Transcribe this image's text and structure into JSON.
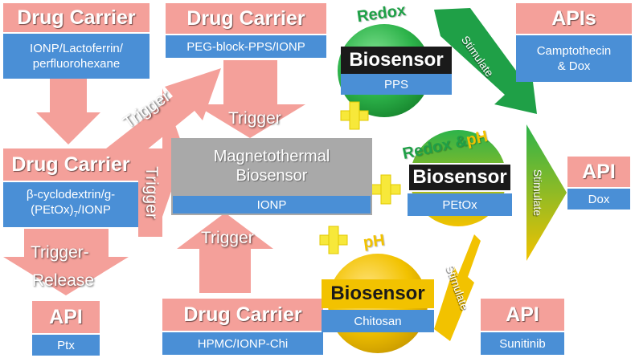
{
  "colors": {
    "pink": "#F4A09A",
    "blue": "#4A8FD6",
    "gray": "#A9A9A9",
    "green": "#2DB34A",
    "yellow": "#F2C200",
    "plus": "#F7E83A"
  },
  "carriers": {
    "top_left": {
      "title": "Drug Carrier",
      "sub_line1": "IONP/Lactoferrin/",
      "sub_line2": "perfluorohexane"
    },
    "top_mid": {
      "title": "Drug Carrier",
      "sub": "PEG-block-PPS/IONP"
    },
    "mid_left": {
      "title": "Drug Carrier",
      "sub_line1": "β-cyclodextrin/g-",
      "sub_line2_pre": "(PEtOx)",
      "sub_line2_subscript": "7",
      "sub_line2_post": "/IONP"
    },
    "bottom_mid": {
      "title": "Drug Carrier",
      "sub": "HPMC/IONP-Chi"
    }
  },
  "apis": {
    "top_right": {
      "title": "APIs",
      "sub_line1": "Camptothecin",
      "sub_line2": "& Dox"
    },
    "mid_right": {
      "title": "API",
      "sub": "Dox"
    },
    "bottom_right": {
      "title": "API",
      "sub": "Sunitinib"
    },
    "bottom_left": {
      "title": "API",
      "sub": "Ptx"
    }
  },
  "magnetothermal": {
    "title_line1": "Magnetothermal",
    "title_line2": "Biosensor",
    "sub": "IONP"
  },
  "biosensors": {
    "redox": {
      "label": "Redox",
      "title": "Biosensor",
      "sub": "PPS"
    },
    "redox_ph": {
      "label_redox": "Redox &",
      "label_ph": "pH",
      "title": "Biosensor",
      "sub": "PEtOx"
    },
    "ph": {
      "label": "pH",
      "title": "Biosensor",
      "sub": "Chitosan"
    }
  },
  "arrows": {
    "trigger_diag": "Trigger",
    "trigger_down": "Trigger",
    "trigger_vertical": "Trigger",
    "trigger_up": "Trigger",
    "release_line1": "Trigger-",
    "release_line2": "Release",
    "stimulate_top": "Stimulate",
    "stimulate_mid": "Stimulate",
    "stimulate_bottom": "Stimulate"
  }
}
